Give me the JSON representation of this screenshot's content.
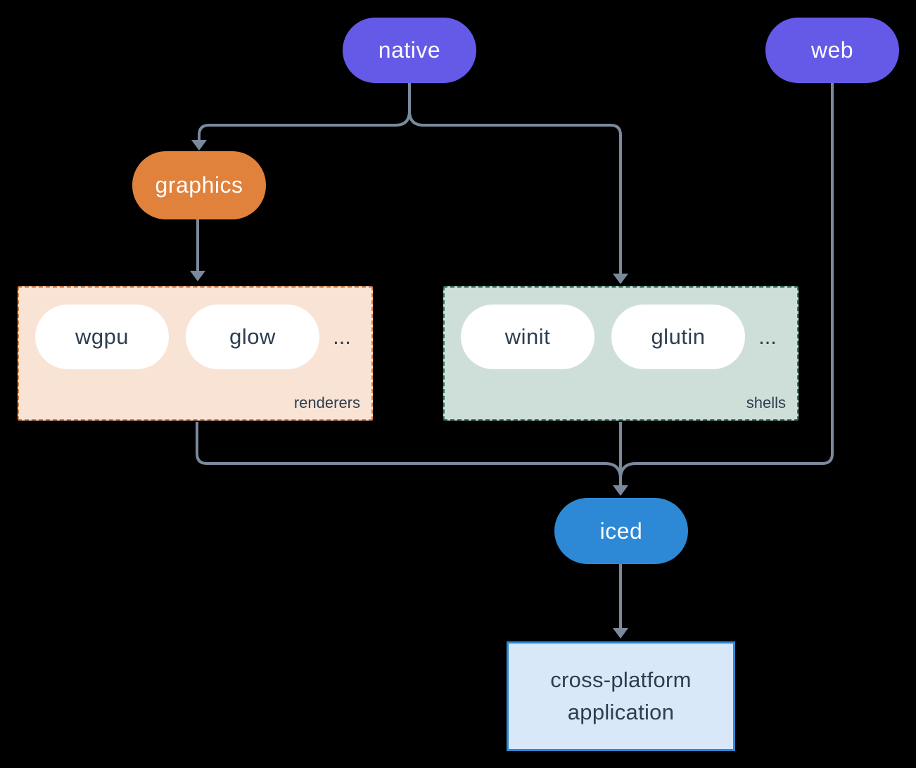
{
  "diagram": {
    "background": "#000000",
    "connector_color": "#7A899B",
    "nodes": {
      "native": {
        "label": "native",
        "color": "#6559E8",
        "text_color": "#FFFFFF"
      },
      "web": {
        "label": "web",
        "color": "#6559E8",
        "text_color": "#FFFFFF"
      },
      "graphics": {
        "label": "graphics",
        "color": "#E0813C",
        "text_color": "#FFFFFF"
      },
      "iced": {
        "label": "iced",
        "color": "#2D89D5",
        "text_color": "#FFFFFF"
      },
      "app": {
        "label_line1": "cross-platform",
        "label_line2": "application",
        "fill": "#D8E8F9",
        "border": "#2D89D5",
        "text_color": "#2D3E50"
      }
    },
    "groups": {
      "renderers": {
        "label": "renderers",
        "fill": "#F9E3D4",
        "border": "#E0813C",
        "items": [
          {
            "label": "wgpu"
          },
          {
            "label": "glow"
          }
        ],
        "ellipsis": "..."
      },
      "shells": {
        "label": "shells",
        "fill": "#CEDFD9",
        "border": "#33796B",
        "items": [
          {
            "label": "winit"
          },
          {
            "label": "glutin"
          }
        ],
        "ellipsis": "..."
      }
    },
    "item_pill": {
      "fill": "#FFFFFF",
      "text_color": "#2D3E50"
    }
  }
}
